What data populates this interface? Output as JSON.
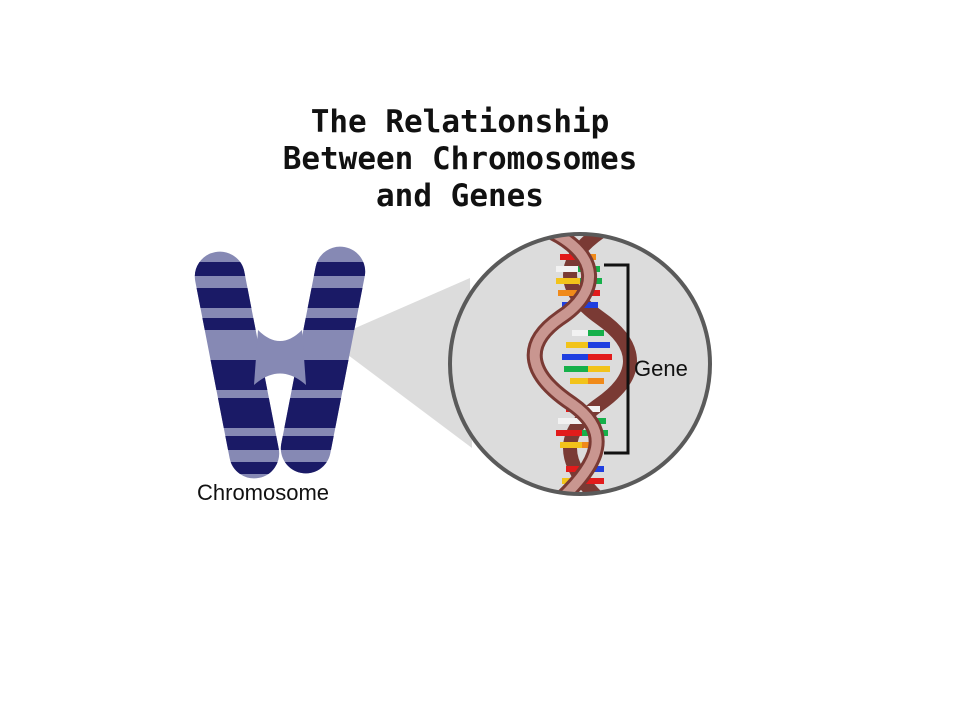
{
  "title": {
    "line1": "The Relationship",
    "line2": "Between Chromosomes",
    "line3": "and Genes"
  },
  "labels": {
    "chromosome": "Chromosome",
    "gene": "Gene"
  },
  "colors": {
    "chromosome_light": "#8689b4",
    "chromosome_dark": "#1a1a66",
    "magnifier_fill": "#dcdcdc",
    "magnifier_border": "#5a5a5a",
    "backbone": "#c99690",
    "backbone_dark": "#7a3a34",
    "base_red": "#e21b1b",
    "base_blue": "#1f3fe0",
    "base_green": "#16b04a",
    "base_yellow": "#f2c31a",
    "base_orange": "#f08a1a",
    "base_white": "#f2f2f2"
  }
}
